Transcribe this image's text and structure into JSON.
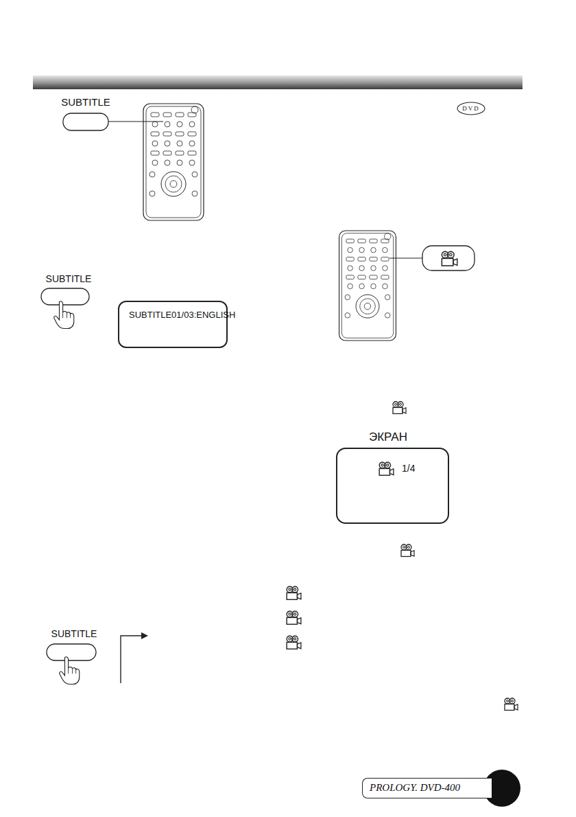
{
  "diagram": {
    "nodes": [
      {
        "text": [
          "SUBTITLE"
        ]
      },
      {
        "text": [
          "SUBTITLE"
        ]
      },
      {
        "text": [
          "SUBTITLE01/03:ENGLISH"
        ]
      },
      {
        "text": [
          "SUBTITLE"
        ]
      },
      {
        "text": [
          "DVD"
        ]
      },
      {
        "text": [
          "ЭКРАН",
          "1/4"
        ]
      },
      {
        "text": [
          "PROLOGY. DVD-400"
        ]
      }
    ]
  }
}
